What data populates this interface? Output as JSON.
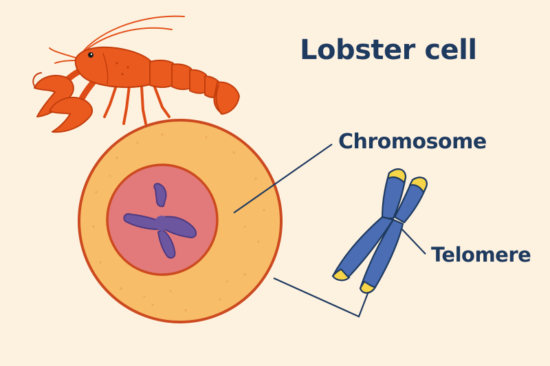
{
  "title": "Lobster cell",
  "labels": {
    "chromosome": "Chromosome",
    "telomere": "Telomere"
  },
  "colors": {
    "background": "#fdf1e0",
    "text": "#1e3a5f",
    "lobster": "#ea5a1f",
    "lobster_outline": "#c23d0b",
    "cytoplasm": "#f8bd69",
    "cell_membrane": "#cc4a1f",
    "nucleus": "#e2797a",
    "chromosome": "#4a6db3",
    "nucleus_chromosome": "#6d56a0",
    "telomere": "#f6d548",
    "leader_line": "#1e3a5f"
  }
}
